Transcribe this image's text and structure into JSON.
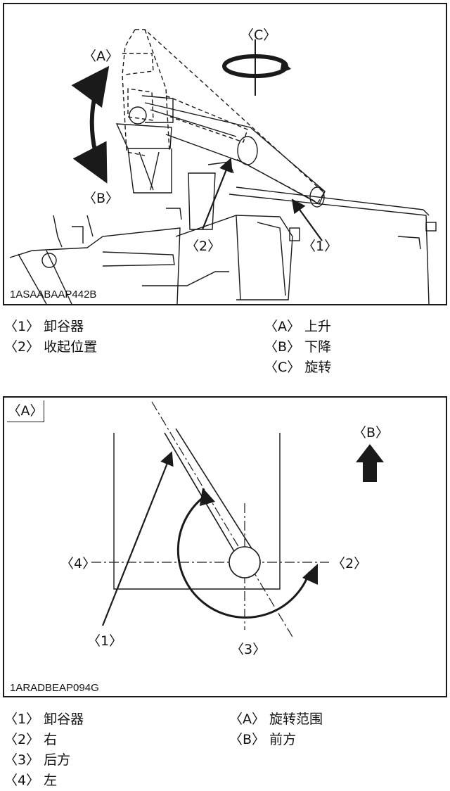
{
  "figure1": {
    "code": "1ASAABAAP442B",
    "callouts": {
      "a": "〈A〉",
      "b": "〈B〉",
      "c": "〈C〉",
      "one": "〈1〉",
      "two": "〈2〉"
    },
    "legend_left": [
      {
        "key": "〈1〉",
        "label": "卸谷器"
      },
      {
        "key": "〈2〉",
        "label": "收起位置"
      }
    ],
    "legend_right": [
      {
        "key": "〈A〉",
        "label": "上升"
      },
      {
        "key": "〈B〉",
        "label": "下降"
      },
      {
        "key": "〈C〉",
        "label": "旋转"
      }
    ]
  },
  "figure2": {
    "tag": "〈A〉",
    "code": "1ARADBEAP094G",
    "callouts": {
      "b": "〈B〉",
      "one": "〈1〉",
      "two": "〈2〉",
      "three": "〈3〉",
      "four": "〈4〉"
    },
    "legend_left": [
      {
        "key": "〈1〉",
        "label": "卸谷器"
      },
      {
        "key": "〈2〉",
        "label": "右"
      },
      {
        "key": "〈3〉",
        "label": "后方"
      },
      {
        "key": "〈4〉",
        "label": "左"
      }
    ],
    "legend_right": [
      {
        "key": "〈A〉",
        "label": "旋转范围"
      },
      {
        "key": "〈B〉",
        "label": "前方"
      }
    ]
  },
  "colors": {
    "line": "#1a1a1a",
    "paper": "#ffffff"
  }
}
